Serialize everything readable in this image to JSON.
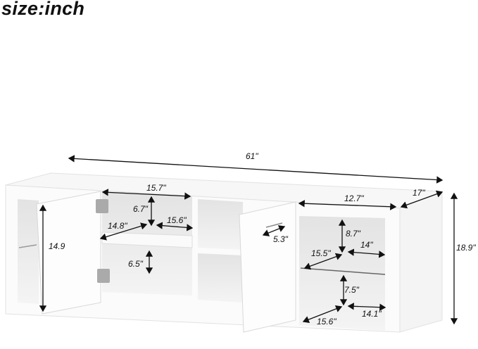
{
  "title": "size:inch",
  "dimensions": {
    "overall_width": "61\"",
    "depth": "17\"",
    "height": "18.9\"",
    "door_height": "14.9",
    "left_top_width": "15.7\"",
    "left_top_height": "6.7\"",
    "left_top_inner_width": "15.6\"",
    "left_top_depth": "14.8\"",
    "left_bottom_height": "6.5\"",
    "handle_length": "5.3\"",
    "right_width": "12.7\"",
    "right_top_height": "8.7\"",
    "right_top_width": "14\"",
    "right_top_depth": "15.5\"",
    "right_bottom_height": "7.5\"",
    "right_bottom_width": "14.1\"",
    "right_bottom_depth": "15.6\""
  }
}
